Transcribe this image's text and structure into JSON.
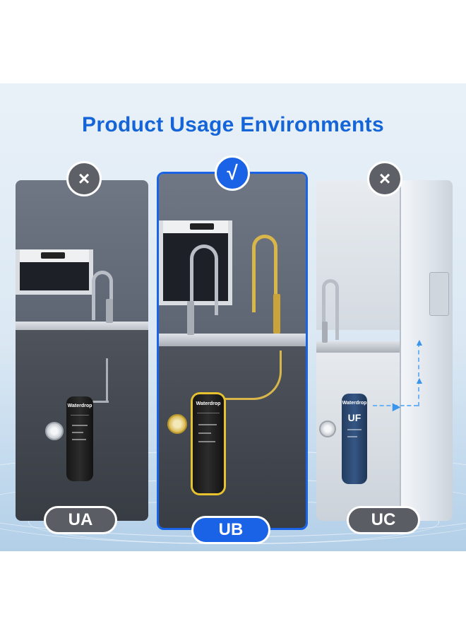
{
  "title": "Product Usage Environments",
  "options": [
    {
      "label": "UA",
      "mark": "×",
      "mark_icon": "cross-icon",
      "suitable": false
    },
    {
      "label": "UB",
      "mark": "√",
      "mark_icon": "check-icon",
      "suitable": true
    },
    {
      "label": "UC",
      "mark": "×",
      "mark_icon": "cross-icon",
      "suitable": false
    }
  ],
  "filters": {
    "brand": "Waterdrop",
    "uc_text": "UF"
  },
  "colors": {
    "accent": "#1a63e6",
    "title": "#1565d8",
    "unsuitable": "#5e6067",
    "highlight_tubing": "#e6c22e"
  }
}
